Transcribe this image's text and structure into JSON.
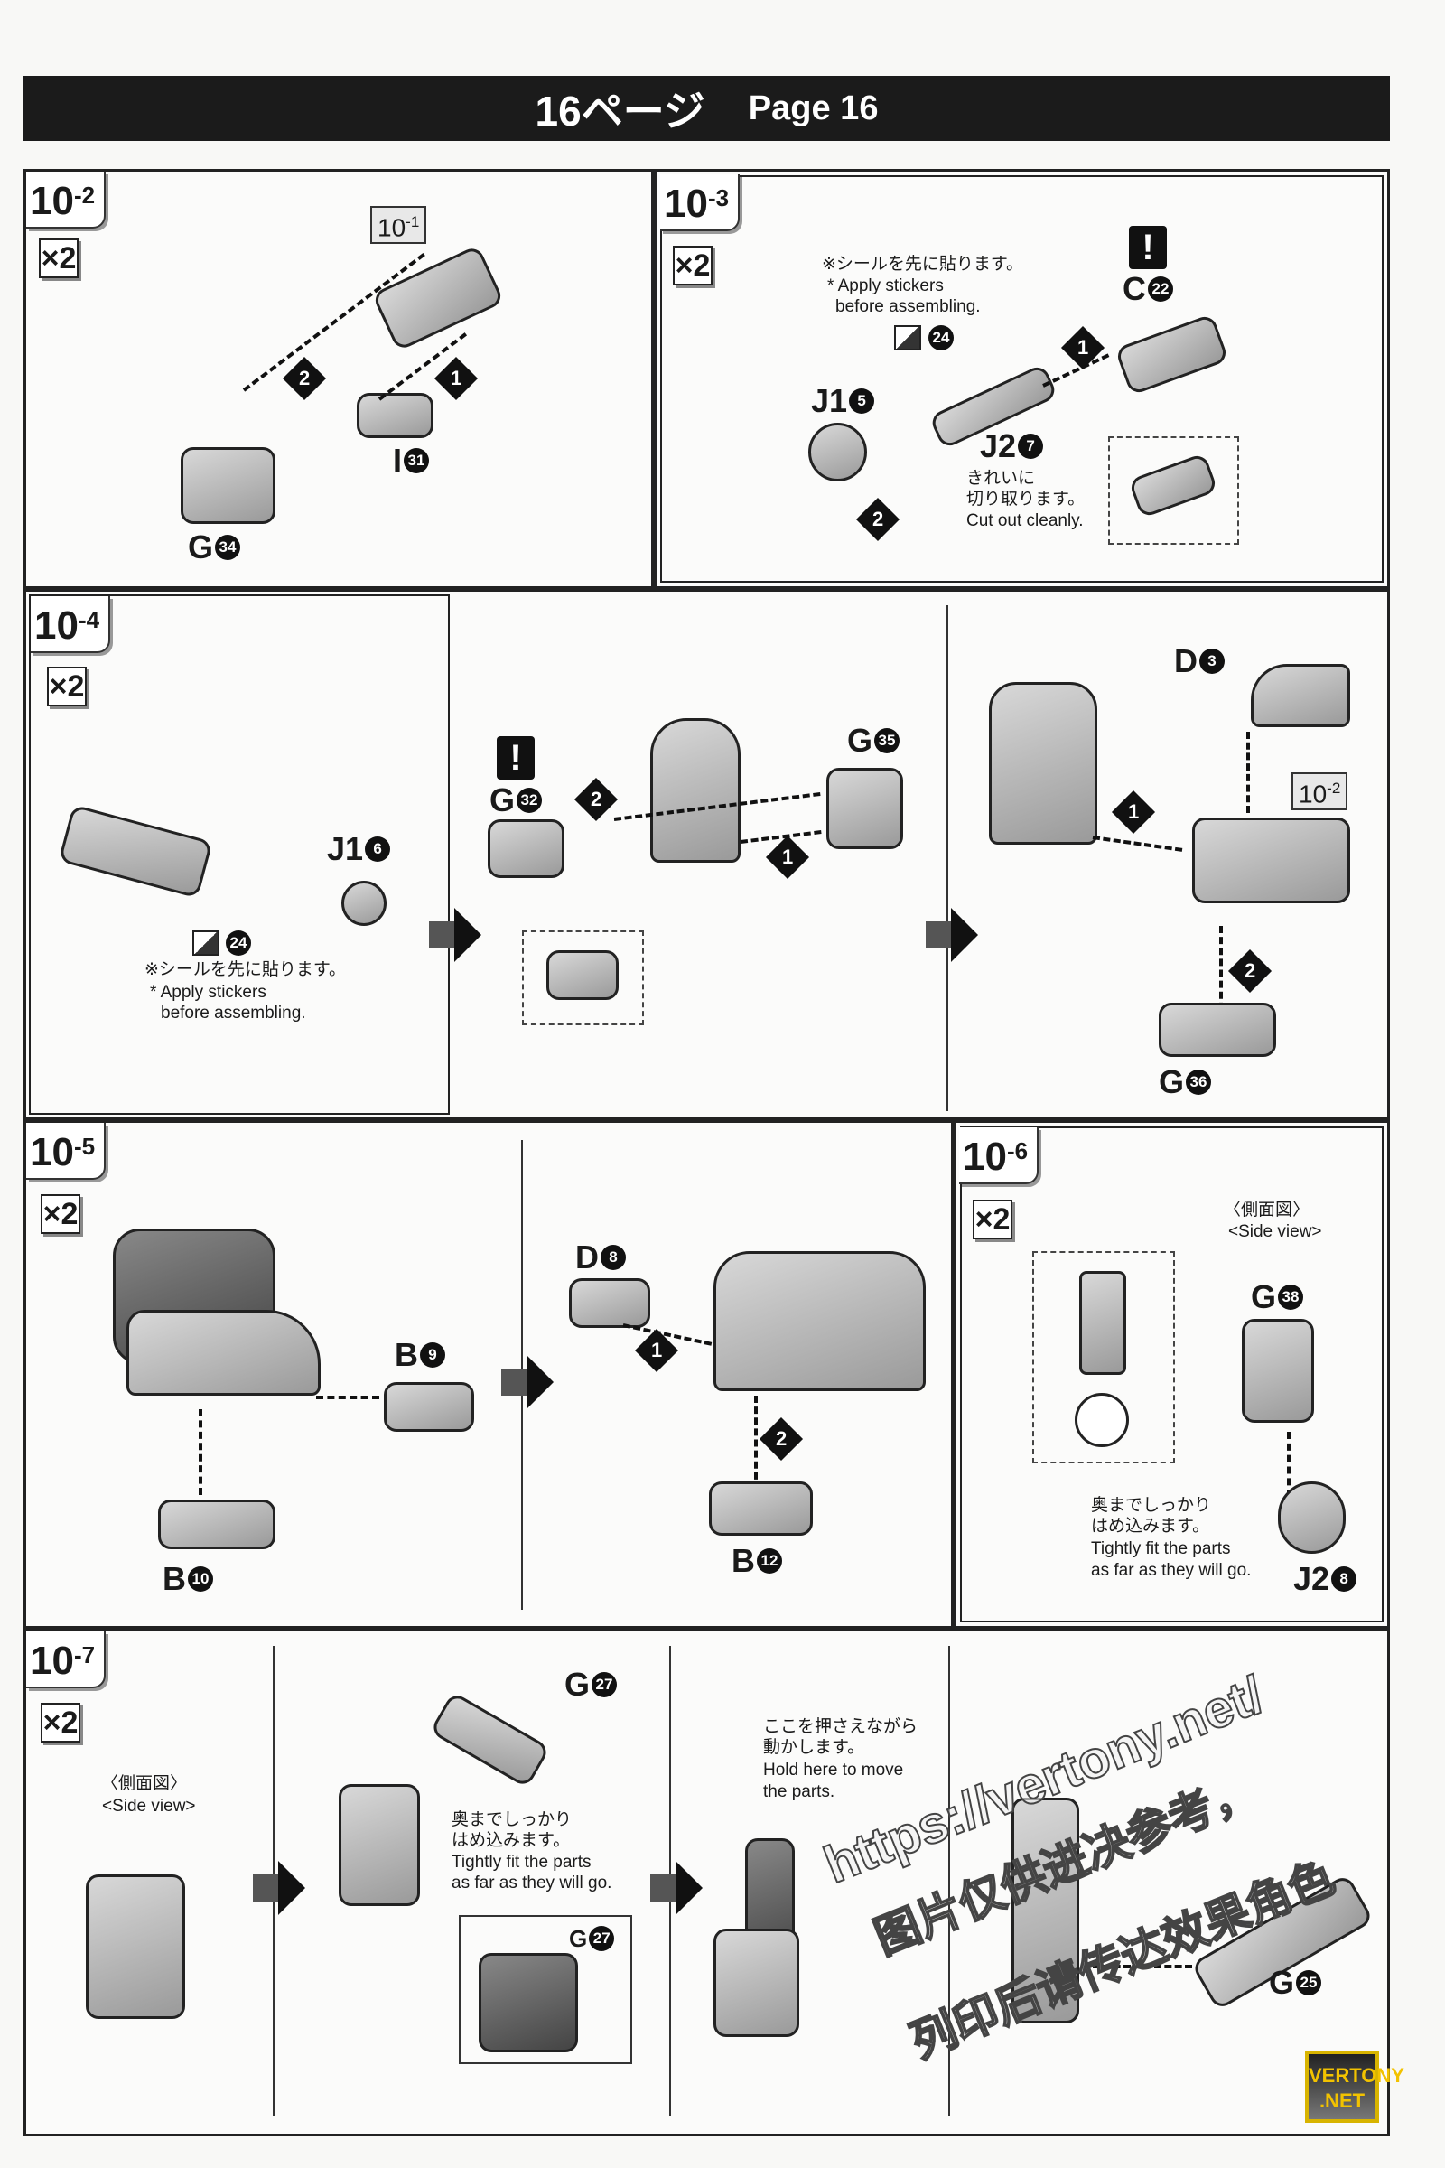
{
  "header": {
    "title_jp": "16ページ",
    "title_en": "Page 16"
  },
  "qty": "×2",
  "steps": {
    "s10_2": {
      "num": "10",
      "sub": "-2",
      "ref_num": "10",
      "ref_sub": "-1",
      "parts": [
        {
          "l": "I",
          "n": "31"
        },
        {
          "l": "G",
          "n": "34"
        }
      ]
    },
    "s10_3": {
      "num": "10",
      "sub": "-3",
      "note_jp": "※シールを先に貼ります。",
      "note_en1": "* Apply stickers",
      "note_en2": "before assembling.",
      "sticker": "24",
      "parts": [
        {
          "l": "C",
          "n": "22"
        },
        {
          "l": "J1",
          "n": "5"
        },
        {
          "l": "J2",
          "n": "7"
        }
      ],
      "cut_jp1": "きれいに",
      "cut_jp2": "切り取ります。",
      "cut_en": "Cut out cleanly."
    },
    "s10_4": {
      "num": "10",
      "sub": "-4",
      "parts": [
        {
          "l": "J1",
          "n": "6"
        },
        {
          "l": "G",
          "n": "32"
        },
        {
          "l": "G",
          "n": "35"
        },
        {
          "l": "D",
          "n": "3"
        },
        {
          "l": "G",
          "n": "36"
        }
      ],
      "sticker": "24",
      "note_jp": "※シールを先に貼ります。",
      "note_en1": "* Apply stickers",
      "note_en2": "before assembling.",
      "ref_num": "10",
      "ref_sub": "-2"
    },
    "s10_5": {
      "num": "10",
      "sub": "-5",
      "parts": [
        {
          "l": "B",
          "n": "9"
        },
        {
          "l": "B",
          "n": "10"
        },
        {
          "l": "D",
          "n": "8"
        },
        {
          "l": "B",
          "n": "12"
        }
      ]
    },
    "s10_6": {
      "num": "10",
      "sub": "-6",
      "side_jp": "〈側面図〉",
      "side_en": "<Side view>",
      "parts": [
        {
          "l": "G",
          "n": "38"
        },
        {
          "l": "J2",
          "n": "8"
        }
      ],
      "note_jp1": "奥までしっかり",
      "note_jp2": "はめ込みます。",
      "note_en1": "Tightly fit the parts",
      "note_en2": "as far as they will go."
    },
    "s10_7": {
      "num": "10",
      "sub": "-7",
      "side_jp": "〈側面図〉",
      "side_en": "<Side view>",
      "parts": [
        {
          "l": "G",
          "n": "27"
        },
        {
          "l": "G",
          "n": "27"
        },
        {
          "l": "G",
          "n": "25"
        }
      ],
      "note_jp1": "奥までしっかり",
      "note_jp2": "はめ込みます。",
      "note_en1": "Tightly fit the parts",
      "note_en2": "as far as they will go.",
      "hold_jp1": "ここを押さえながら",
      "hold_jp2": "動かします。",
      "hold_en1": "Hold here to move",
      "hold_en2": "the parts."
    }
  },
  "order": {
    "one": "1",
    "two": "2"
  },
  "caution": "!",
  "watermark": {
    "line1": "https://vertony.net/",
    "line2": "图片仅供进决参考，",
    "line3": "列印后请传达效果角色"
  },
  "logo": {
    "line1": "VERTONY",
    ".line2": ".NET",
    "line2": ".NET"
  }
}
